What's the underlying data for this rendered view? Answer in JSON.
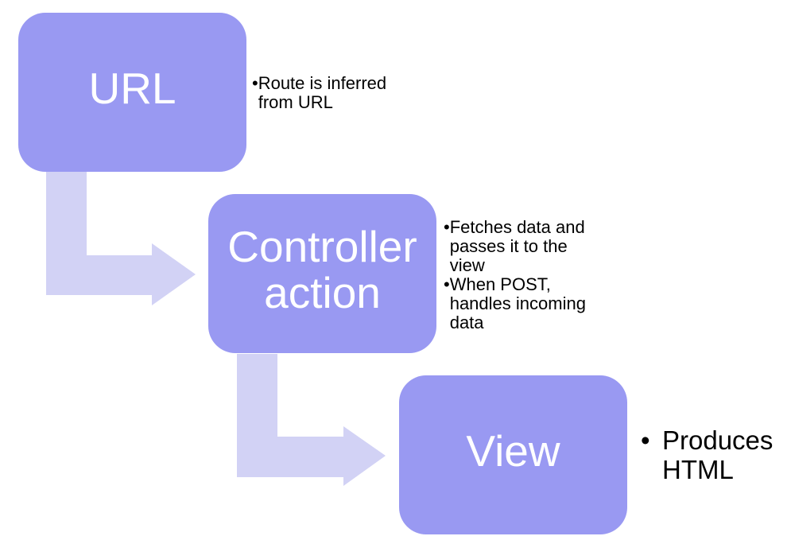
{
  "colors": {
    "node_fill": "#9999F2",
    "arrow_fill": "#D2D2F5",
    "node_text": "#FFFFFF",
    "note_text": "#000000",
    "background": "#FFFFFF"
  },
  "nodes": [
    {
      "id": "url",
      "label_lines": [
        "URL"
      ]
    },
    {
      "id": "controller-action",
      "label_lines": [
        "Controller",
        "action"
      ]
    },
    {
      "id": "view",
      "label_lines": [
        "View"
      ]
    }
  ],
  "notes": [
    {
      "for": "url",
      "items": [
        {
          "bullet": "•",
          "lines": [
            "Route is inferred",
            "from URL"
          ]
        }
      ]
    },
    {
      "for": "controller-action",
      "items": [
        {
          "bullet": "•",
          "lines": [
            "Fetches data and",
            "passes it to the",
            "view"
          ]
        },
        {
          "bullet": "•",
          "lines": [
            "When POST,",
            "handles incoming",
            "data"
          ]
        }
      ]
    },
    {
      "for": "view",
      "items": [
        {
          "bullet": "•",
          "lines": [
            "Produces",
            "HTML"
          ]
        }
      ]
    }
  ]
}
